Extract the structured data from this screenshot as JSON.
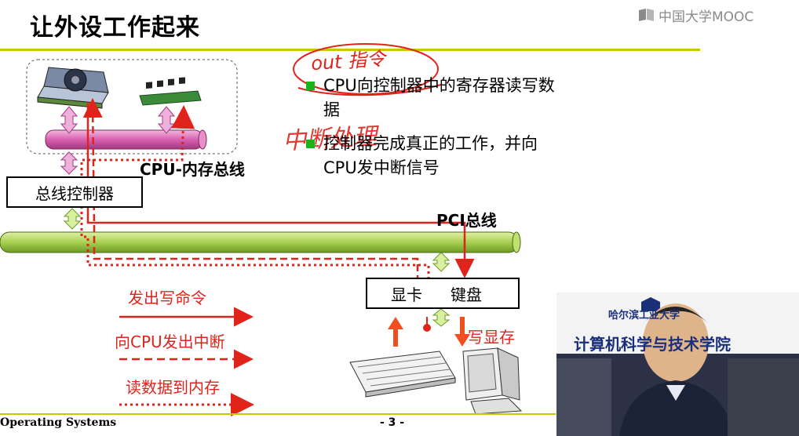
{
  "slide": {
    "title": "让外设工作起来",
    "brand": "中国大学MOOC",
    "footer_left": "Operating Systems",
    "page_number": "- 3 -"
  },
  "diagram": {
    "cpu_memory_bus_label": "CPU-内存总线",
    "bus_controller_label": "总线控制器",
    "pci_bus_label": "PCI总线",
    "graphics_card_label": "显卡",
    "keyboard_label": "键盘",
    "write_vram_label": "写显存"
  },
  "bullets": [
    "CPU向控制器中的寄存器读写数据",
    "控制器完成真正的工作，并向CPU发中断信号"
  ],
  "annotations": {
    "top": "out 指令",
    "side": "中断处理"
  },
  "legend": {
    "write_command": "发出写命令",
    "interrupt": "向CPU发出中断",
    "read_to_memory": "读数据到内存"
  },
  "video": {
    "banner_top": "哈尔滨工业大学",
    "banner_main": "计算机科学与技术学院"
  },
  "colors": {
    "accent_red": "#e0241c",
    "bus_pink": "#e070b8",
    "bus_green": "#a8d050",
    "title_rule": "#c8c800",
    "bullet_green": "#18b418"
  }
}
